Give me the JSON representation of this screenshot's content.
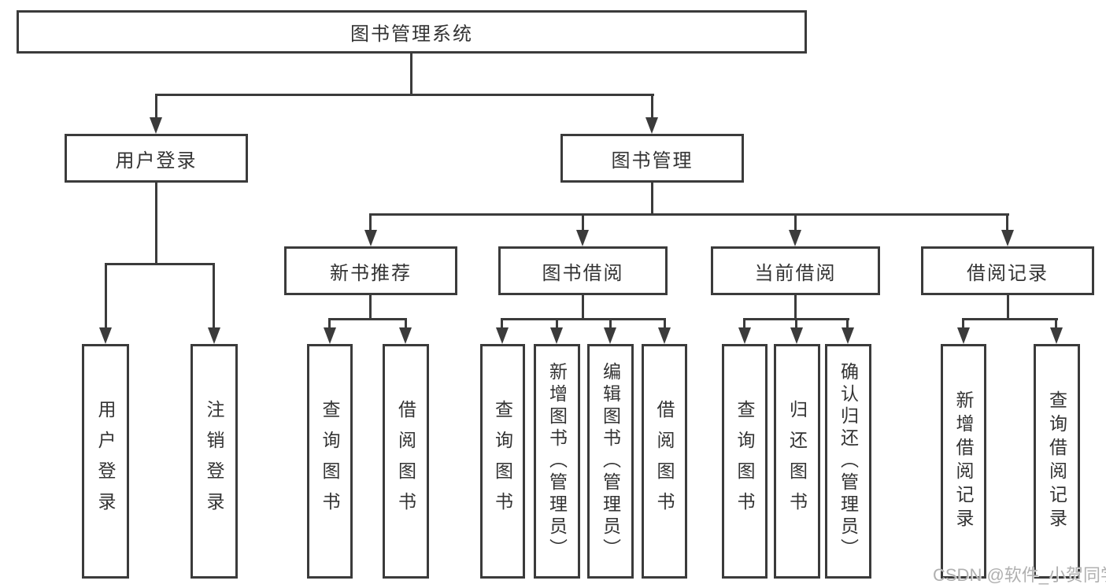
{
  "colors": {
    "line": "#3b3b3b",
    "text": "#333333",
    "background": "#ffffff",
    "watermark": "#b0b0b0"
  },
  "diagram": {
    "root": "图书管理系统",
    "branches": [
      {
        "label": "用户登录",
        "leaves": [
          "用户登录",
          "注销登录"
        ]
      },
      {
        "label": "图书管理",
        "children": [
          {
            "label": "新书推荐",
            "leaves": [
              "查询图书",
              "借阅图书"
            ]
          },
          {
            "label": "图书借阅",
            "leaves": [
              "查询图书",
              "新增图书（管理员）",
              "编辑图书（管理员）",
              "借阅图书"
            ]
          },
          {
            "label": "当前借阅",
            "leaves": [
              "查询图书",
              "归还图书",
              "确认归还（管理员）"
            ]
          },
          {
            "label": "借阅记录",
            "leaves": [
              "新增借阅记录",
              "查询借阅记录"
            ]
          }
        ]
      }
    ]
  },
  "watermark": "CSDN @软件_小贺同学"
}
